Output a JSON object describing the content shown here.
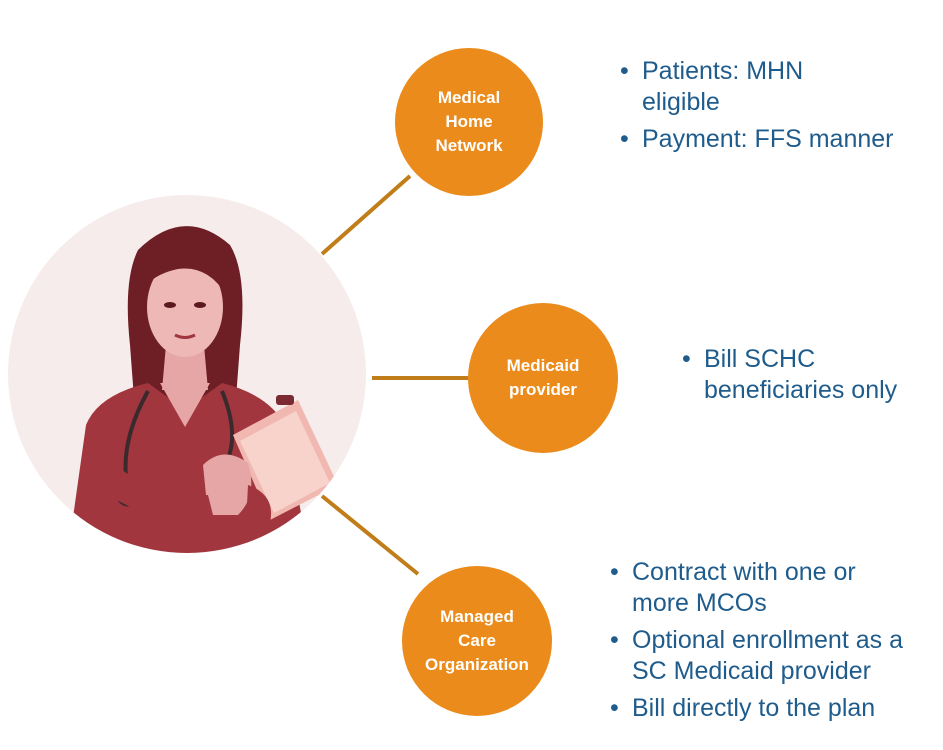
{
  "colors": {
    "node": "#ea8b1c",
    "connector": "#c07d1a",
    "text": "#1f5c8c",
    "photo_tint": "#a1363e",
    "photo_bg": "#f6ecec"
  },
  "center": {
    "image": "nurse-photo"
  },
  "nodes": [
    {
      "label": "Medical\nHome\nNetwork",
      "bullets": [
        "Patients: MHN eligible",
        "Payment: FFS manner"
      ]
    },
    {
      "label": "Medicaid\nprovider",
      "bullets": [
        "Bill SCHC beneficiaries only"
      ]
    },
    {
      "label": "Managed\nCare\nOrganization",
      "bullets": [
        "Contract with one or more MCOs",
        "Optional enrollment as a SC Medicaid provider",
        "Bill directly to the plan"
      ]
    }
  ]
}
